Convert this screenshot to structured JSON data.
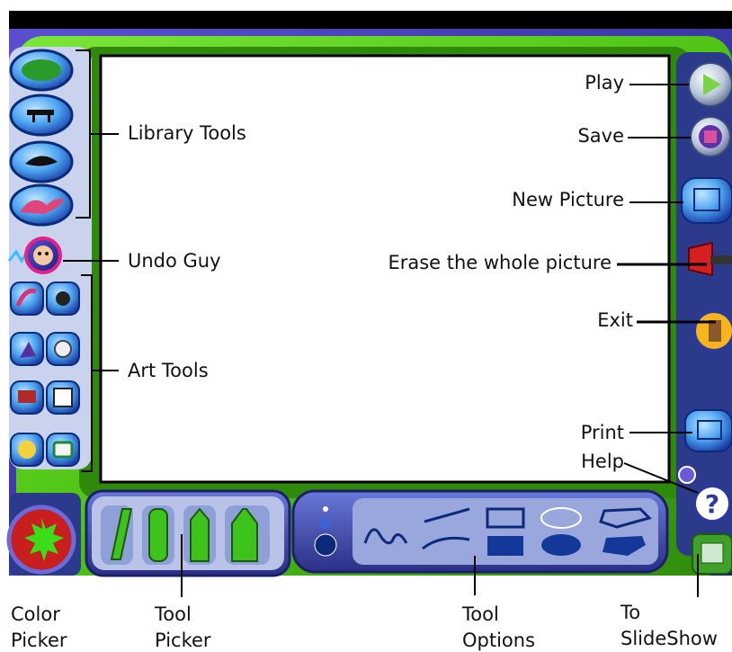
{
  "labels": {
    "library_tools": "Library Tools",
    "undo_guy": "Undo Guy",
    "art_tools": "Art Tools",
    "play": "Play",
    "save": "Save",
    "new_picture": "New Picture",
    "erase_whole_picture": "Erase the whole picture",
    "exit": "Exit",
    "print": "Print",
    "help": "Help",
    "help_glyph": "?"
  },
  "bottom_labels": {
    "color_picker": [
      "Color",
      "Picker"
    ],
    "tool_picker": [
      "Tool",
      "Picker"
    ],
    "tool_options": [
      "Tool",
      "Options"
    ],
    "to_slideshow": [
      "To",
      "SlideShow"
    ]
  },
  "colors": {
    "frame_green": "#5fd21e",
    "frame_dark": "#1f5a0c",
    "panel_purple": "#3b3f9a",
    "panel_blue": "#3a6fcf",
    "canvas": "#ffffff",
    "shape_blue": "#13389a"
  },
  "icons": {
    "library": [
      "landscape-icon",
      "animal-icon",
      "flying-creature-icon",
      "wacky-brush-icon"
    ],
    "art_tools": [
      "paint-brush-icon",
      "paint-bucket-icon",
      "magic-tool-icon",
      "eraser-icon",
      "stamp-icon",
      "frame-icon",
      "hand-icon",
      "eraser-block-icon"
    ],
    "tool_picker": [
      "pencil-icon",
      "marker-icon",
      "crayon-icon",
      "paint-tube-icon"
    ]
  }
}
